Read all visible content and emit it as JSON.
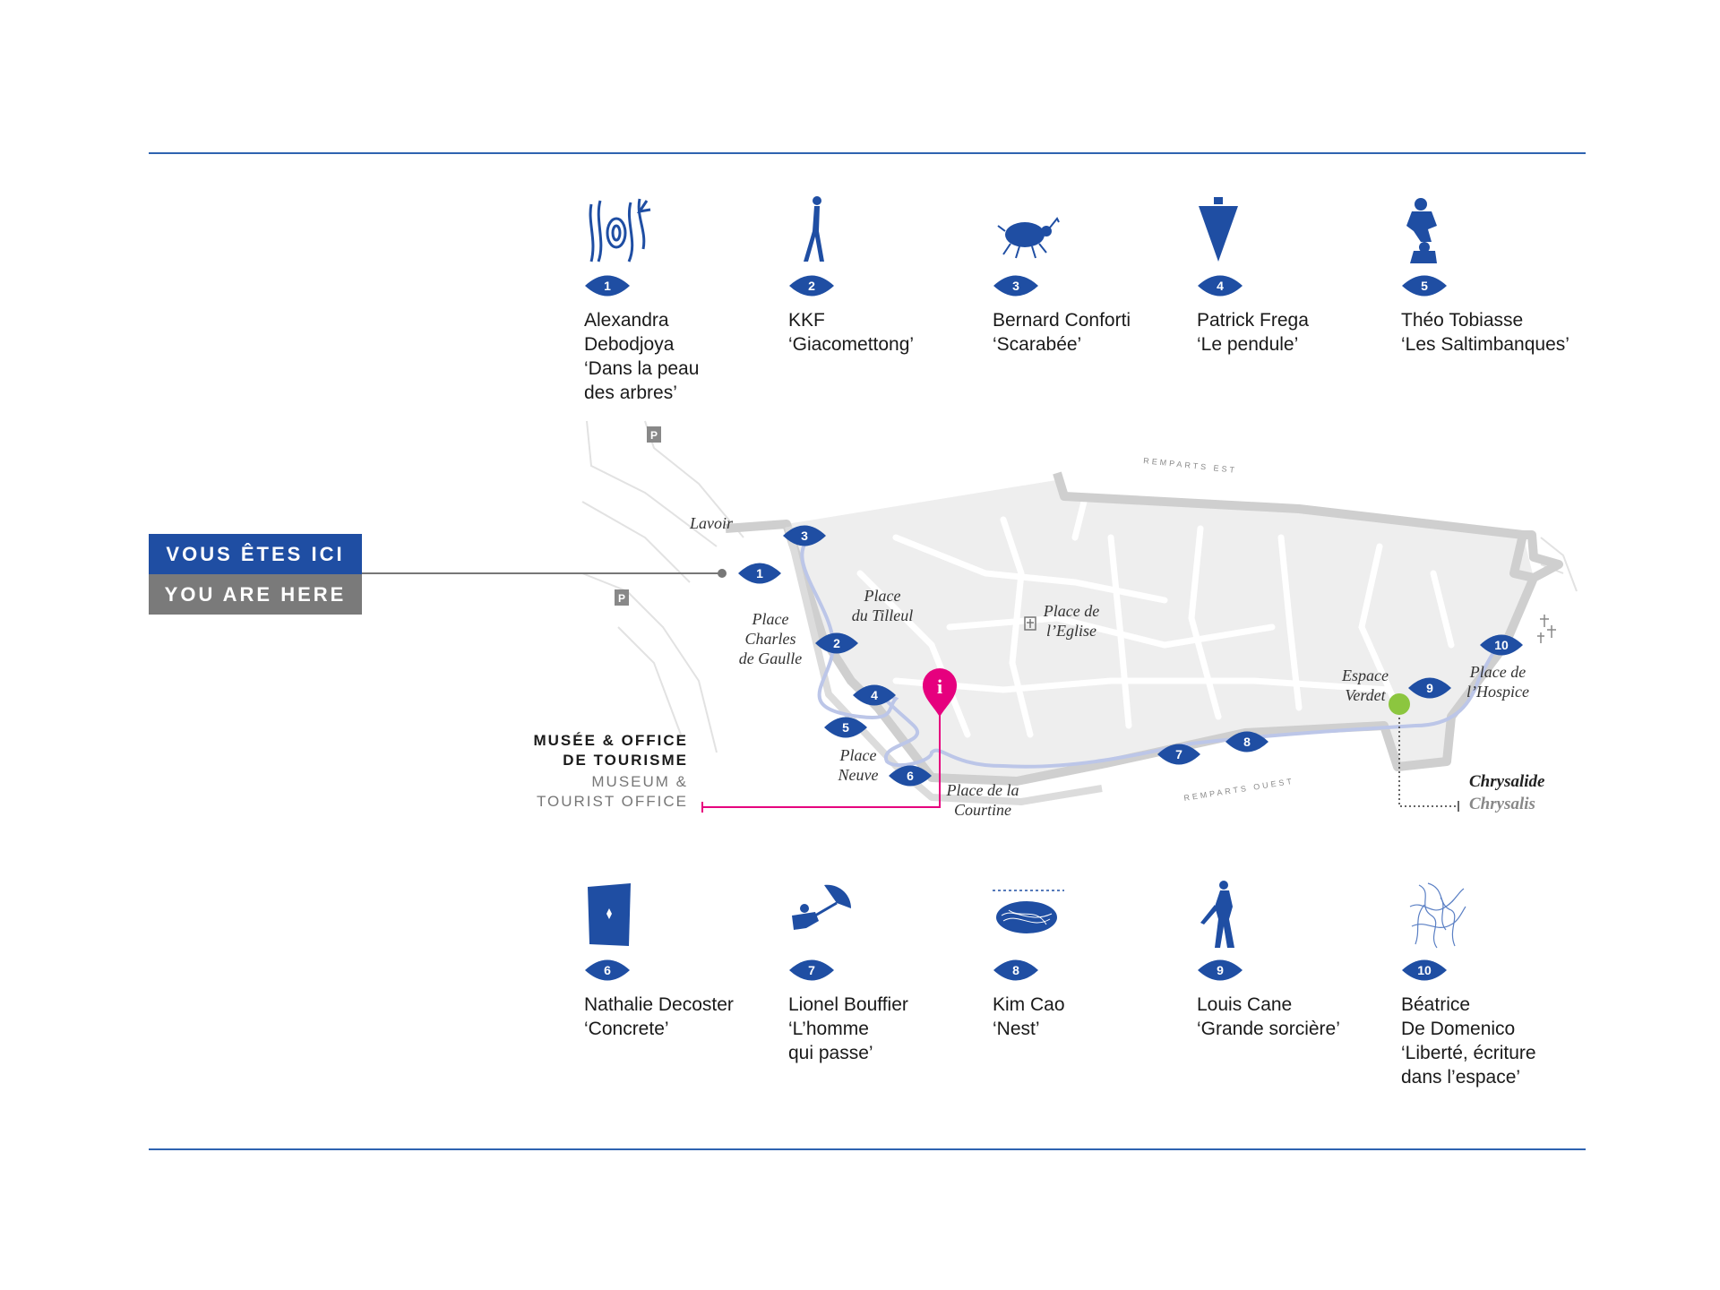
{
  "colors": {
    "accent_blue": "#1f4ea3",
    "rule_blue": "#2e63b0",
    "gray_label": "#7a7a7a",
    "info_pink": "#e6007e",
    "chrysalide_green": "#8cc63f",
    "rampart_gray": "#c8c8c8",
    "route_lilac": "#b8c4e6"
  },
  "you_are_here": {
    "fr": "VOUS ÊTES ICI",
    "en": "YOU ARE HERE"
  },
  "museum": {
    "fr": "MUSÉE & OFFICE\nDE TOURISME",
    "en": "MUSEUM &\nTOURIST OFFICE"
  },
  "artworks": [
    {
      "number": "1",
      "artist": "Alexandra\nDebodjoya",
      "title": "‘Dans la peau\ndes arbres’",
      "icon": "tree-bark-icon"
    },
    {
      "number": "2",
      "artist": "KKF",
      "title": "‘Giacomettong’",
      "icon": "walking-figure-icon"
    },
    {
      "number": "3",
      "artist": "Bernard Conforti",
      "title": "‘Scarabée’",
      "icon": "beetle-icon"
    },
    {
      "number": "4",
      "artist": "Patrick Frega",
      "title": "‘Le pendule’",
      "icon": "pendulum-icon"
    },
    {
      "number": "5",
      "artist": "Théo Tobiasse",
      "title": "‘Les Saltimbanques’",
      "icon": "acrobats-icon"
    },
    {
      "number": "6",
      "artist": "Nathalie Decoster",
      "title": "‘Concrete’",
      "icon": "concrete-block-icon"
    },
    {
      "number": "7",
      "artist": "Lionel Bouffier",
      "title": "‘L’homme\nqui passe’",
      "icon": "umbrella-man-icon"
    },
    {
      "number": "8",
      "artist": "Kim Cao",
      "title": "‘Nest’",
      "icon": "nest-icon"
    },
    {
      "number": "9",
      "artist": "Louis Cane",
      "title": "‘Grande sorcière’",
      "icon": "witch-figure-icon"
    },
    {
      "number": "10",
      "artist": "Béatrice\nDe Domenico",
      "title": "‘Liberté, écriture\ndans l’espace’",
      "icon": "wire-sculpture-icon"
    }
  ],
  "map": {
    "places": {
      "lavoir": "Lavoir",
      "tilleul_1": "Place",
      "tilleul_2": "du Tilleul",
      "charles_1": "Place",
      "charles_2": "Charles",
      "charles_3": "de Gaulle",
      "eglise_1": "Place de",
      "eglise_2": "l’Eglise",
      "verdet_1": "Espace",
      "verdet_2": "Verdet",
      "hospice_1": "Place de",
      "hospice_2": "l’Hospice",
      "neuve_1": "Place",
      "neuve_2": "Neuve",
      "courtine_1": "Place de la",
      "courtine_2": "Courtine"
    },
    "streets": {
      "est": "REMPARTS EST",
      "ouest": "REMPARTS OUEST"
    },
    "parking_label": "P",
    "chrysalide": {
      "fr": "Chrysalide",
      "en": "Chrysalis"
    },
    "info_label": "i"
  }
}
